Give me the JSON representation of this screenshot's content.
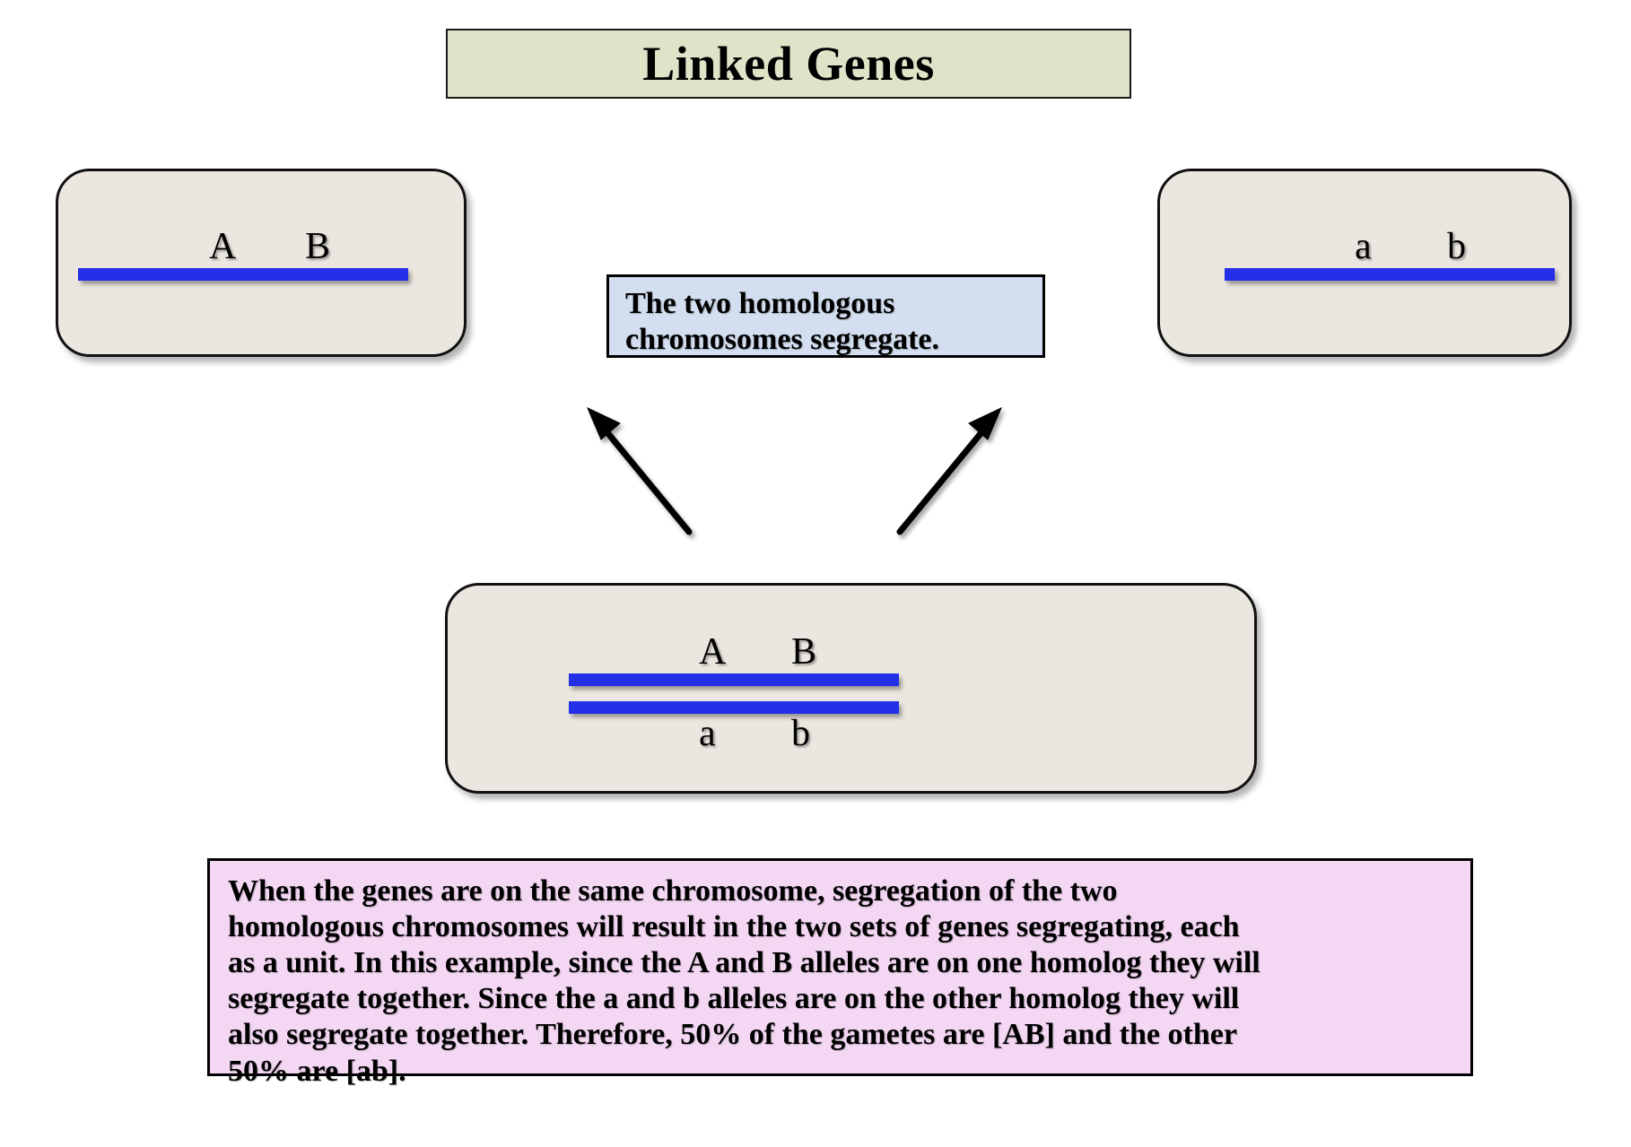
{
  "title": {
    "text": "Linked Genes",
    "background_color": "#dfe3c8",
    "border_color": "#1a1a1a"
  },
  "colors": {
    "chromosome_blue": "#2430e8",
    "panel_fill": "#ebe7e0",
    "callout_fill": "#d3dff0",
    "explanation_fill": "#f3d7f3",
    "page_background": "#ffffff"
  },
  "panels": {
    "top_left": {
      "name": "gamete-AB",
      "alleles_above": [
        "A",
        "B"
      ],
      "chromosome_count": 1
    },
    "top_right": {
      "name": "gamete-ab",
      "alleles_above": [
        "a",
        "b"
      ],
      "chromosome_count": 1
    },
    "bottom_center": {
      "name": "parent-cell-AaBb",
      "alleles_above": [
        "A",
        "B"
      ],
      "alleles_below": [
        "a",
        "b"
      ],
      "chromosome_count": 2
    }
  },
  "callout": {
    "line1": "The two homologous",
    "line2": "chromosomes segregate."
  },
  "arrows": {
    "left": {
      "label": "arrow-to-gamete-AB",
      "direction": "up-left"
    },
    "right": {
      "label": "arrow-to-gamete-ab",
      "direction": "up-right"
    }
  },
  "explanation": {
    "line1": "When the genes are on the same chromosome, segregation of the two",
    "line2": "homologous chromosomes will result in the two sets of genes segregating, each",
    "line3": "as a unit. In this example, since the A and B alleles are on one homolog they will",
    "line4": "segregate together. Since the a and b alleles are on the other homolog they will",
    "line5": "also segregate together. Therefore, 50% of the gametes are [AB] and the other",
    "line6": "50% are [ab]."
  }
}
